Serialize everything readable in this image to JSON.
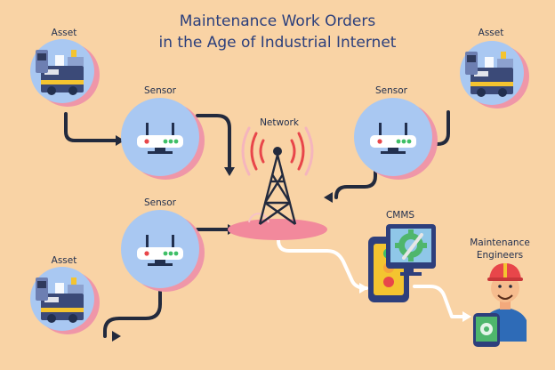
{
  "title": {
    "line1": "Maintenance Work Orders",
    "line2": "in the Age of Industrial Internet"
  },
  "labels": {
    "asset_top_left": "Asset",
    "asset_top_right": "Asset",
    "asset_bottom_left": "Asset",
    "sensor_left_upper": "Sensor",
    "sensor_left_lower": "Sensor",
    "sensor_right": "Sensor",
    "network": "Network",
    "cmms": "CMMS",
    "engineers_line1": "Maintenance",
    "engineers_line2": "Engineers"
  },
  "colors": {
    "background": "#f9d3a5",
    "title": "#2b3f7c",
    "node_fill": "#a9c8f2",
    "node_shadow": "#ef96a8",
    "connector_dark": "#232a3d",
    "connector_light": "#ffffff",
    "signal_red": "#e8464a",
    "signal_green": "#3fbf67",
    "gear_green": "#4fb66c"
  },
  "icons": [
    "asset-machine-icon",
    "sensor-router-icon",
    "network-tower-icon",
    "cmms-gear-icon",
    "traffic-light-phone-icon",
    "engineer-avatar-icon",
    "wrench-icon"
  ]
}
